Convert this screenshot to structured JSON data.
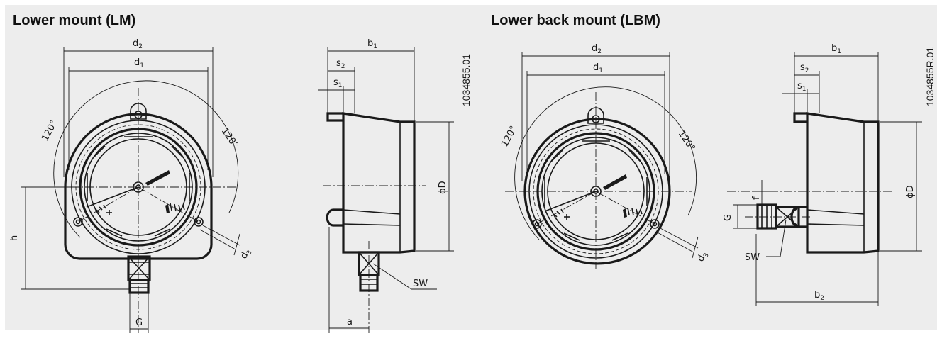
{
  "titles": {
    "lower_mount": "Lower mount (LM)",
    "lower_back_mount": "Lower back mount (LBM)"
  },
  "drawing_numbers": {
    "lm": "1034855.01",
    "lbm": "1034855R.01"
  },
  "labels": {
    "d": "d",
    "d2_sub": "2",
    "d1_sub": "1",
    "d3_sub": "3",
    "b": "b",
    "b1_sub": "1",
    "b2_sub": "2",
    "s": "s",
    "s2_sub": "2",
    "s1_sub": "1",
    "angle": "120°",
    "h": "h",
    "G": "G",
    "a": "a",
    "SW": "SW",
    "phiD": "ϕD",
    "f": "f"
  },
  "colors": {
    "panel": "#ededed",
    "ink": "#1a1a1a"
  }
}
